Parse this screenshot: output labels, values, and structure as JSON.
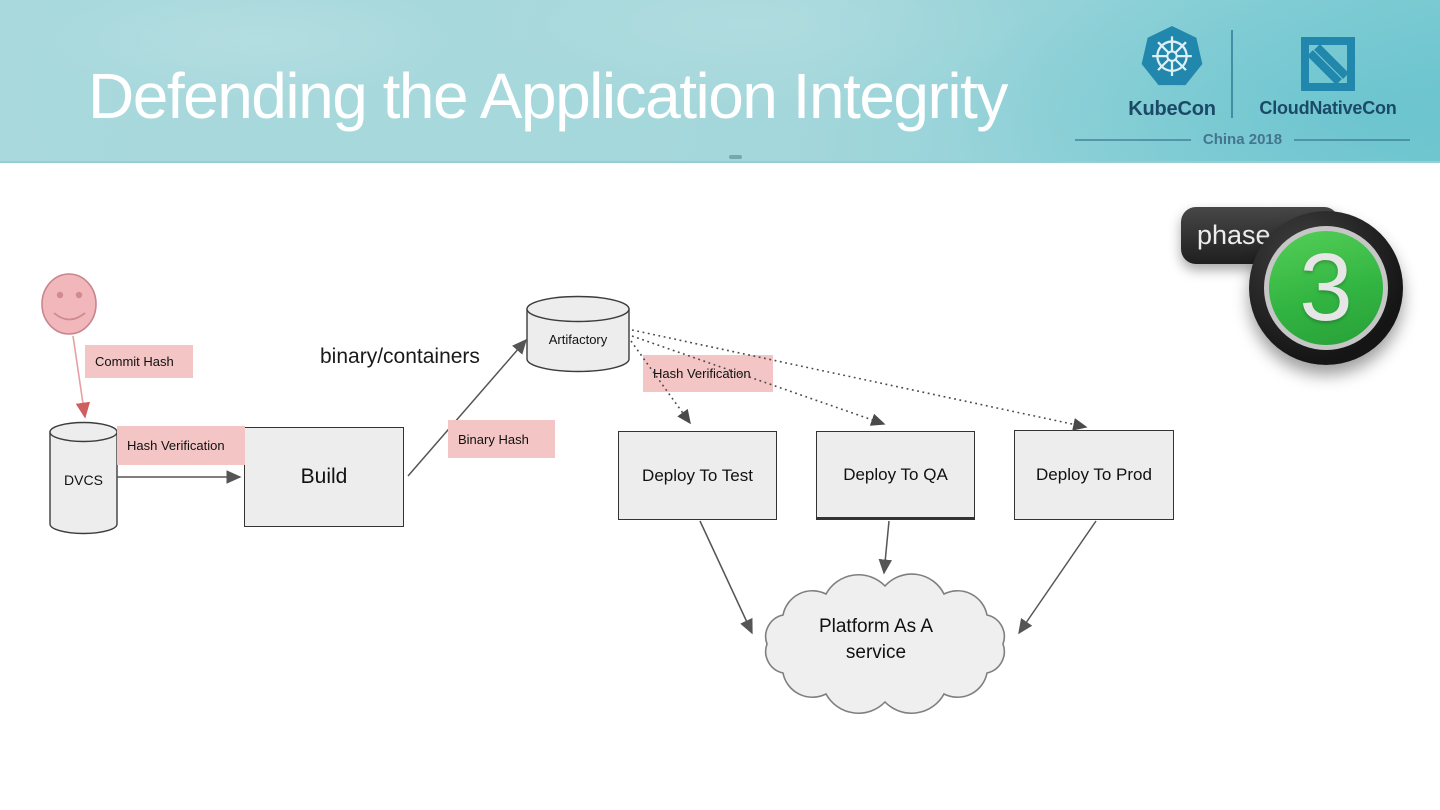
{
  "slide": {
    "title": "Defending the Application Integrity"
  },
  "header": {
    "logos": {
      "kubecon": "KubeCon",
      "cloudnativecon": "CloudNativeCon",
      "edition": "China 2018"
    }
  },
  "badge": {
    "label": "phase",
    "number": "3"
  },
  "diagram": {
    "nodes": {
      "dvcs": "DVCS",
      "build": "Build",
      "artifactory": "Artifactory",
      "deploy_test": "Deploy To Test",
      "deploy_qa": "Deploy To QA",
      "deploy_prod": "Deploy To Prod",
      "paas": "Platform As A service"
    },
    "labels": {
      "commit_hash": "Commit Hash",
      "hash_verification_dvcs": "Hash Verification",
      "binary_hash": "Binary Hash",
      "hash_verification_artifactory": "Hash Verification",
      "binary_containers": "binary/containers"
    }
  },
  "colors": {
    "header_teal": "#a5d7db",
    "logo_blue": "#2187ac",
    "logo_navy": "#1b4a68",
    "label_pink": "#f3c5c5",
    "node_gray": "#ededed",
    "badge_green": "#33b542",
    "badge_dark": "#2b2b2b",
    "arrow_gray": "#555555",
    "actor_pink": "#f2b7bb"
  }
}
